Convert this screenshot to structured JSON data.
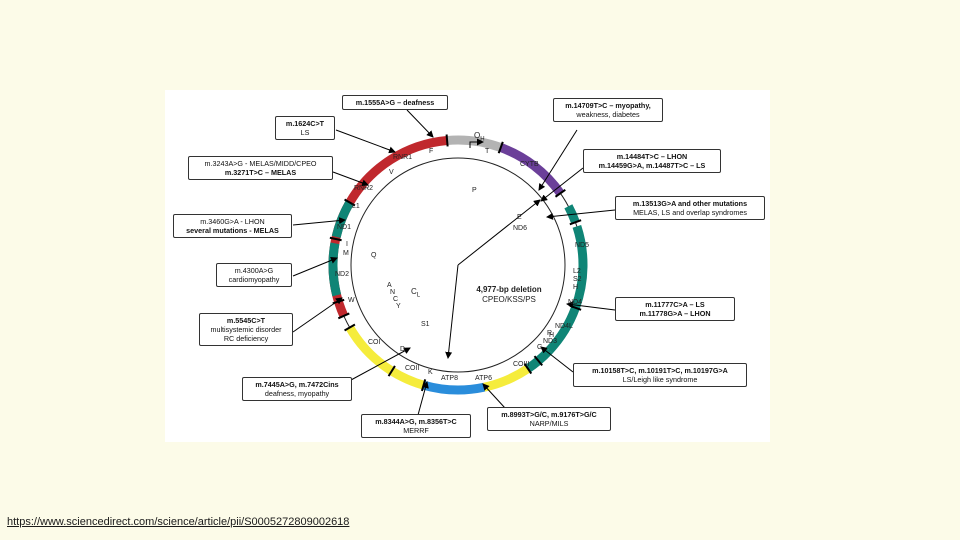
{
  "boxes": {
    "b1555": {
      "l1": "m.1555A>G – deafness"
    },
    "b1624": {
      "l1": "m.1624C>T",
      "l2": "LS"
    },
    "b3243": {
      "l1": "m.3243A>G - MELAS/MIDD/CPEO",
      "l2": "m.3271T>C – MELAS"
    },
    "b3460": {
      "l1": "m.3460G>A - LHON",
      "l2": "several mutations - MELAS"
    },
    "b4300": {
      "l1": "m.4300A>G",
      "l2": "cardiomyopathy"
    },
    "b5545": {
      "l1": "m.5545C>T",
      "l2": "multisystemic disorder",
      "l3": "RC deficiency"
    },
    "b7445": {
      "l1": "m.7445A>G, m.7472Cins",
      "l2": "deafness, myopathy"
    },
    "b8344": {
      "l1": "m.8344A>G, m.8356T>C",
      "l2": "MERRF"
    },
    "b8993": {
      "l1": "m.8993T>G/C, m.9176T>G/C",
      "l2": "NARP/MILS"
    },
    "b10158": {
      "l1": "m.10158T>C, m.10191T>C, m.10197G>A",
      "l2": "LS/Leigh like syndrome"
    },
    "b11777": {
      "l1": "m.11777C>A – LS",
      "l2": "m.11778G>A – LHON"
    },
    "b13513": {
      "l1": "m.13513G>A and other mutations",
      "l2": "MELAS, LS and overlap syndromes"
    },
    "b14484": {
      "l1": "m.14484T>C – LHON",
      "l2": "m.14459G>A, m.14487T>C – LS"
    },
    "b14709": {
      "l1": "m.14709T>C – myopathy,",
      "l2": "weakness, diabetes"
    }
  },
  "genes": {
    "rnr1": "RNR1",
    "f": "F",
    "v": "V",
    "rnr2": "RNR2",
    "l1": "L1",
    "nd1": "ND1",
    "i": "I",
    "m": "M",
    "q": "Q",
    "nd2": "ND2",
    "w": "W",
    "a": "A",
    "n": "N",
    "c": "C",
    "y": "Y",
    "cl": "C",
    "ol": "L",
    "s1": "S1",
    "co1": "COI",
    "d": "D",
    "coii": "COII",
    "k": "K",
    "atp8": "ATP8",
    "atp6": "ATP6",
    "coiii": "COIII",
    "g": "G",
    "nd3": "ND3",
    "r": "R",
    "nd4l": "ND4L",
    "h": "H",
    "nd4": "ND4",
    "l2": "L2",
    "s2": "S2",
    "h2": "H",
    "nd5": "ND5",
    "nd6": "ND6",
    "e": "E",
    "cytb": "CYTB",
    "t": "T",
    "p": "P",
    "oh": "O",
    "oh_sub": "H"
  },
  "deletion": {
    "l1": "4,977-bp deletion",
    "l2": "CPEO/KSS/PS"
  },
  "source": {
    "url": "https://www.sciencedirect.com/science/article/pii/S0005272809002618"
  },
  "colors": {
    "background": "#fcfbe8",
    "rrna": "#c0282d",
    "dloop": "#b3b3b3",
    "cytb": "#6b3f99",
    "complex1": "#0f8576",
    "complex4": "#f5ec3c",
    "atp": "#2a8ddb"
  }
}
